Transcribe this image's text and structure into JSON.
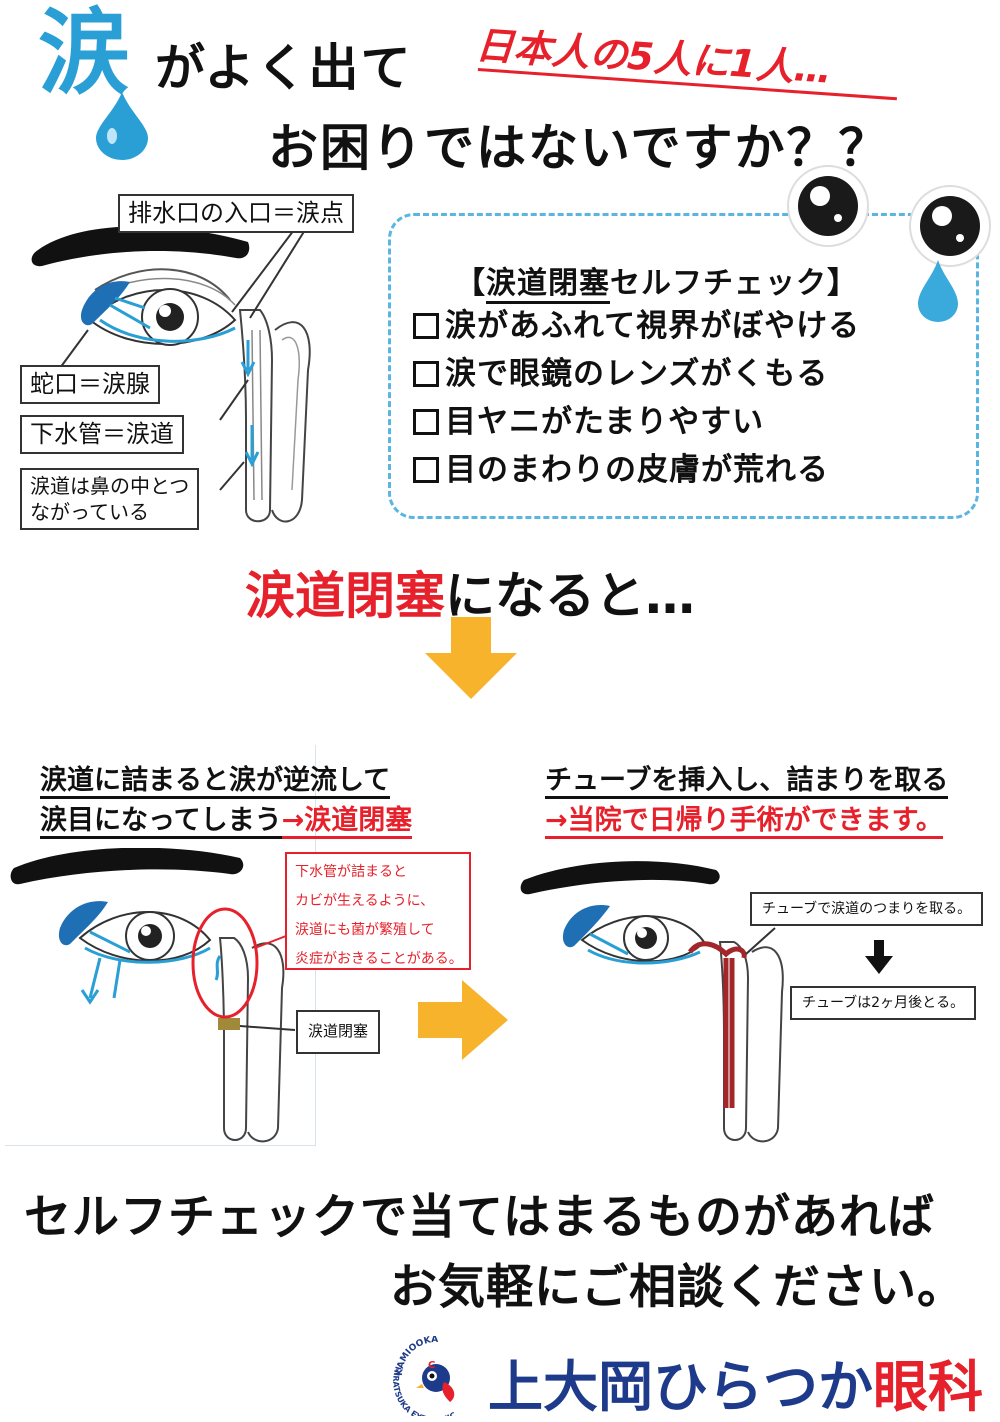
{
  "header": {
    "kanji": "涙",
    "title_line1": "がよく出て",
    "title_line2": "お困りではないですか？？",
    "subtitle": "日本人の5人に1人…"
  },
  "diagram_labels": {
    "punctum": "排水口の入口＝涙点",
    "gland": "蛇口＝涙腺",
    "duct": "下水管＝涙道",
    "nose_line1": "涙道は鼻の中とつ",
    "nose_line2": "ながっている"
  },
  "checklist": {
    "title_prefix": "【",
    "title_underlined": "涙道閉塞",
    "title_suffix": "セルフチェック】",
    "items": [
      "涙があふれて視界がぼやける",
      "涙で眼鏡のレンズがくもる",
      "目ヤニがたまりやすい",
      "目のまわりの皮膚が荒れる"
    ]
  },
  "middle": {
    "heading_red": "涙道閉塞",
    "heading_rest": "になると…"
  },
  "left_panel": {
    "caption_line1": "涙道に詰まると涙が逆流して",
    "caption_line2_black": "涙目になってしまう",
    "caption_line2_red": "→涙道閉塞",
    "red_note": [
      "下水管が詰まると",
      "カビが生えるように、",
      "涙道にも菌が繁殖して",
      "炎症がおきることがある。"
    ],
    "obstruction_label": "涙道閉塞"
  },
  "right_panel": {
    "caption_line1": "チューブを挿入し、詰まりを取る",
    "caption_line2": "→当院で日帰り手術ができます。",
    "tube_label": "チューブで涙道のつまりを取る。",
    "removal_label": "チューブは2ヶ月後とる。"
  },
  "cta": {
    "line1": "セルフチェックで当てはまるものがあれば",
    "line2": "お気軽にご相談ください。"
  },
  "footer": {
    "logo_text_top": "KAMIOOKA",
    "logo_text_bottom": "HIRATSUKA EYE CLINIC",
    "clinic_name_main": "上大岡ひらつか",
    "clinic_name_red": "眼科"
  },
  "colors": {
    "accent_red": "#e6212b",
    "accent_blue": "#2a9fd6",
    "arrow_orange": "#f7b32b",
    "clinic_navy": "#1e3a8a"
  }
}
